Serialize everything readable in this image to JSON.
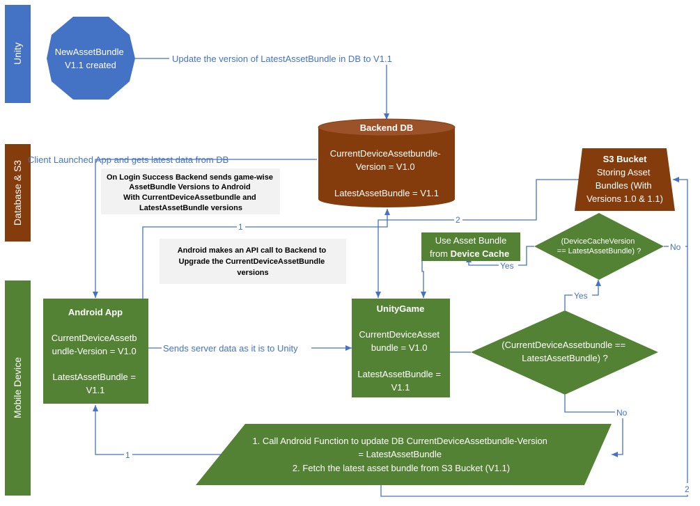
{
  "lanes": {
    "unity": "Unity",
    "db": "Database & S3",
    "mobile": "Mobile Device"
  },
  "nodes": {
    "new_bundle": [
      "NewAssetBundle",
      "V1.1 created"
    ],
    "backend_db": {
      "title": "Backend DB",
      "lines": [
        "CurrentDeviceAssetbundle-",
        "Version = V1.0",
        "",
        "LatestAssetBundle = V1.1"
      ]
    },
    "s3": {
      "title": "S3 Bucket",
      "lines": [
        "Storing Asset",
        "Bundles (With",
        "Versions 1.0 & 1.1)"
      ]
    },
    "android": {
      "title": "Android App",
      "lines": [
        "CurrentDeviceAssetb",
        "undle-Version = V1.0",
        "",
        "LatestAssetBundle =",
        "V1.1"
      ]
    },
    "unitygame": {
      "title": "UnityGame",
      "lines": [
        "CurrentDeviceAsset",
        "bundle = V1.0",
        "",
        "LatestAssetBundle =",
        "V1.1"
      ]
    },
    "use_cache": [
      "Use Asset Bundle",
      "from "
    ],
    "use_cache_bold": "Device Cache",
    "decision_cache": [
      "(DeviceCacheVersion",
      "== LatestAssetBundle) ?"
    ],
    "decision_current": [
      "(CurrentDeviceAssetbundle ==",
      "LatestAssetBundle) ?"
    ],
    "action": [
      "1. Call Android Function to update DB CurrentDeviceAssetbundle-Version",
      "= LatestAssetBundle",
      "2. Fetch the latest asset bundle from S3 Bucket (V1.1)"
    ]
  },
  "notes": {
    "login": [
      "On Login Success Backend sends game-wise",
      "AssetBundle Versions to Android",
      "With CurrentDeviceAssetbundle and",
      "LatestAssetBundle versions"
    ],
    "api": [
      "Android makes an API call to Backend to",
      "Upgrade the CurrentDeviceAssetBundle",
      "versions"
    ]
  },
  "edge_labels": {
    "update_version": "Update  the version of LatestAssetBundle in DB to V1.1",
    "client_launch": "Client Launched App and gets latest data from DB",
    "sends_server": "Sends server data as it is to Unity",
    "one_a": "1",
    "one_b": "1",
    "two_a": "2",
    "two_b": "2",
    "yes_a": "Yes",
    "yes_b": "Yes",
    "no_a": "No",
    "no_b": "No"
  },
  "colors": {
    "blue": "#4472c4",
    "brown": "#843c0c",
    "green": "#548235",
    "note_gray": "#f2f2f2",
    "arrow": "#4472c4"
  }
}
